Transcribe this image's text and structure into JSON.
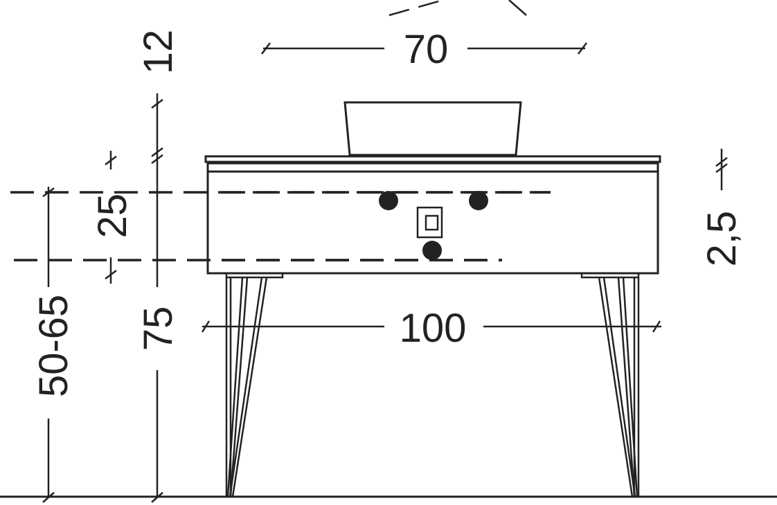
{
  "dimensions": {
    "basin_width": "70",
    "basin_height": "12",
    "cabinet_width": "100",
    "drawer_height": "25",
    "worktop_thickness": "2,5",
    "total_height": "75",
    "connection_height": "50-65"
  },
  "colors": {
    "line": "#222222",
    "background": "#ffffff"
  }
}
